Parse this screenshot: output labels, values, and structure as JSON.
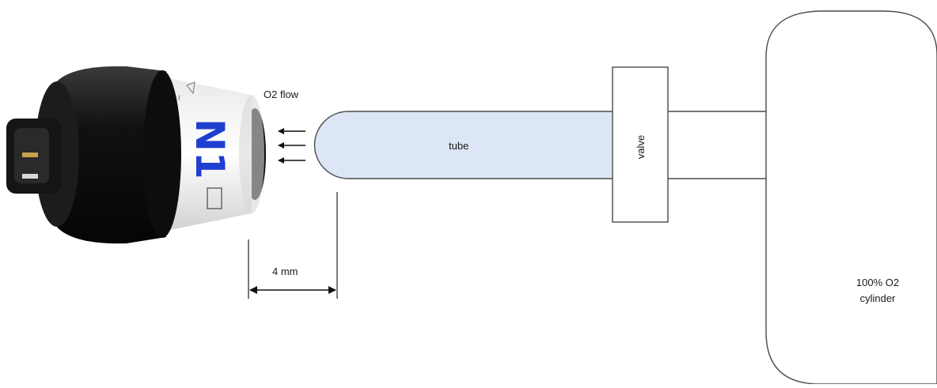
{
  "diagram": {
    "flow_label": "O2 flow",
    "tube_label": "tube",
    "valve_label": "valve",
    "cylinder_label_line1": "100% O2",
    "cylinder_label_line2": "cylinder",
    "distance_label": "4 mm",
    "sensor_marking": "N1",
    "colors": {
      "tube_fill": "#dde6f6",
      "outline": "#4a4a4a",
      "sensor_body": "#141414",
      "sensor_band": "#f2f2f2",
      "marking_ink": "#1f3fd0"
    }
  }
}
